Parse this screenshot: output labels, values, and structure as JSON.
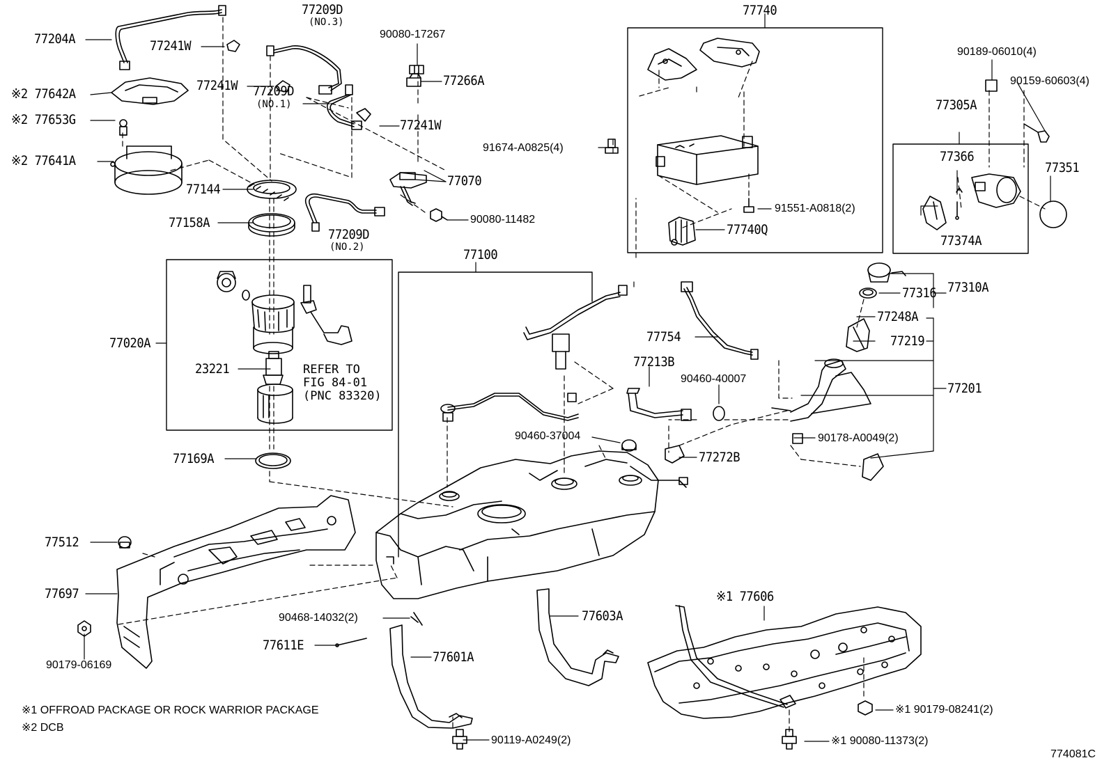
{
  "callouts": {
    "c77204A": "77204A",
    "c77241W_a": "77241W",
    "c77209D_3": "77209D",
    "c77209D_3_sub": "(NO.3)",
    "c90080_17267": "90080-17267",
    "c77740": "77740",
    "c90189": "90189-06010(4)",
    "c77642A": "※2 77642A",
    "c77241W_b": "77241W",
    "c77266A": "77266A",
    "c90159": "90159-60603(4)",
    "c77653G": "※2 77653G",
    "c77209D_1": "77209D",
    "c77209D_1_sub": "(NO.1)",
    "c77241W_c": "77241W",
    "c91674": "91674-A0825(4)",
    "c77305A": "77305A",
    "c77641A": "※2 77641A",
    "c77070": "77070",
    "c77366": "77366",
    "c77351": "77351",
    "c77144": "77144",
    "c91551": "91551-A0818(2)",
    "c90080_11482": "90080-11482",
    "c77158A": "77158A",
    "c77209D_2": "77209D",
    "c77209D_2_sub": "(NO.2)",
    "c77740Q": "77740Q",
    "c77374A": "77374A",
    "c77100": "77100",
    "c77310A": "77310A",
    "c77316": "77316",
    "c77248A": "77248A",
    "c77020A": "77020A",
    "c77754": "77754",
    "c77219": "77219",
    "c77213B": "77213B",
    "c23221": "23221",
    "refer": "REFER TO\nFIG 84-01\n(PNC 83320)",
    "c90460_40007": "90460-40007",
    "c77201": "77201",
    "c90460_37004": "90460-37004",
    "c90178": "90178-A0049(2)",
    "c77169A": "77169A",
    "c77272B": "77272B",
    "c77512": "77512",
    "c77697": "77697",
    "c77606": "※1 77606",
    "c90468": "90468-14032(2)",
    "c77603A": "77603A",
    "c77611E": "77611E",
    "c77601A": "77601A",
    "c90179_06169": "90179-06169",
    "c90179_08241": "※1 90179-08241(2)",
    "c90119": "90119-A0249(2)",
    "c90080_11373": "※1 90080-11373(2)"
  },
  "notes": {
    "note1": "※1 OFFROAD PACKAGE OR ROCK WARRIOR PACKAGE",
    "note2": "※2 DCB"
  },
  "figure_code": "774081C"
}
